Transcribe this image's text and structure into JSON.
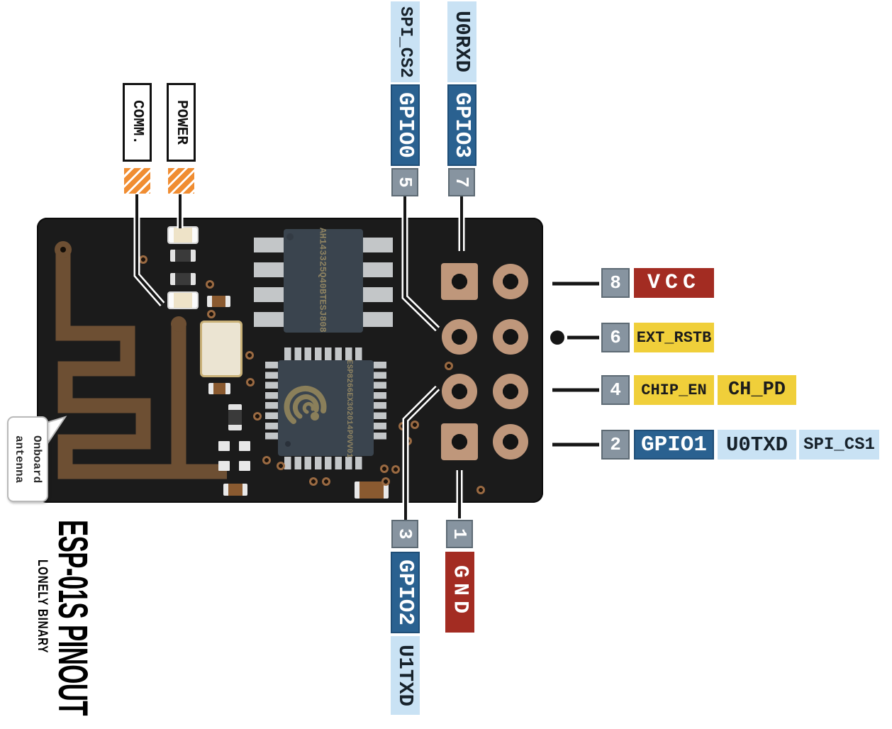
{
  "title": {
    "main": "ESP-01S PINOUT",
    "sub": "LONELY BINARY"
  },
  "callouts": {
    "comm": "COMM.",
    "power": "POWER",
    "antenna_line1": "Onboard",
    "antenna_line2": "antenna"
  },
  "chips": {
    "flash": {
      "line1": "AH1433",
      "line2": "25Q40BT",
      "line3": "ESJ808"
    },
    "mcu": {
      "line1": "ESP8266EX",
      "line2": "302014",
      "line3": "P0VV01"
    }
  },
  "pins": {
    "pin1": {
      "num": "1",
      "name": "GND"
    },
    "pin2": {
      "num": "2",
      "gpio": "GPIO1",
      "alt1": "U0TXD",
      "alt2": "SPI_CS1"
    },
    "pin3": {
      "num": "3",
      "gpio": "GPIO2",
      "alt1": "U1TXD"
    },
    "pin4": {
      "num": "4",
      "name": "CHIP_EN",
      "alt": "CH_PD"
    },
    "pin5": {
      "num": "5",
      "gpio": "GPIO0",
      "alt1": "SPI_CS2"
    },
    "pin6": {
      "num": "6",
      "name": "EXT_RSTB"
    },
    "pin7": {
      "num": "7",
      "gpio": "GPIO3",
      "alt1": "U0RXD"
    },
    "pin8": {
      "num": "8",
      "name": "VCC"
    }
  },
  "colors": {
    "gpio": "#2a6190",
    "alt": "#c9e2f4",
    "power": "#a32c22",
    "ctrl": "#f0cf3a",
    "numbg": "#8794a0",
    "numbd": "#5d6a74",
    "led": "#f08d32",
    "board": "#1b1b1b",
    "copper": "#bf977b",
    "trace": "#6d4f33",
    "chip": "#3a444e",
    "chiptext": "#8d8261",
    "silver": "#c3c6c8"
  }
}
